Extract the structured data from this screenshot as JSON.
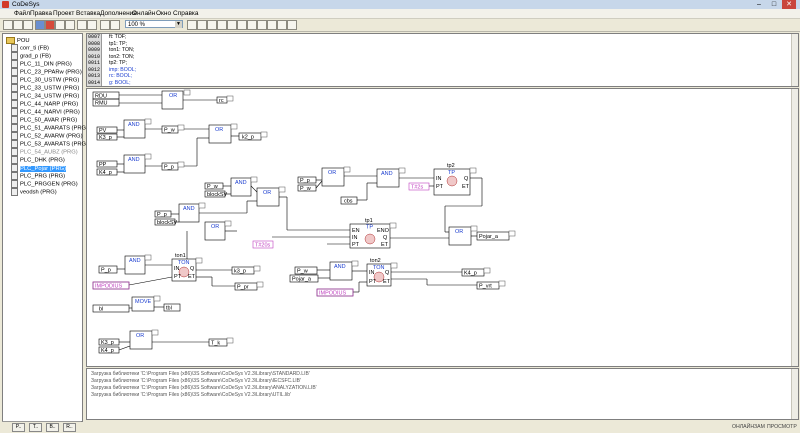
{
  "window": {
    "title": "CoDeSys",
    "btn_min": "–",
    "btn_max": "□",
    "btn_close": "✕"
  },
  "menu": [
    "Файл",
    "Правка",
    "Проект",
    "Вставка",
    "Дополнения",
    "Онлайн",
    "Окно",
    "Справка"
  ],
  "toolbar": {
    "zoom": "100 %"
  },
  "tree": {
    "root": "POU",
    "items": [
      {
        "label": "corr_ti (FB)"
      },
      {
        "label": "grad_p (FB)"
      },
      {
        "label": "PLC_11_DIN (PRG)"
      },
      {
        "label": "PLC_23_PPARw (PRG)"
      },
      {
        "label": "PLC_30_USTW (PRG)"
      },
      {
        "label": "PLC_33_USTW (PRG)"
      },
      {
        "label": "PLC_34_USTW (PRG)"
      },
      {
        "label": "PLC_44_NARP (PRG)"
      },
      {
        "label": "PLC_44_NARVI (PRG)"
      },
      {
        "label": "PLC_50_AVAR (PRG)"
      },
      {
        "label": "PLC_51_AVARATS (PRG)"
      },
      {
        "label": "PLC_52_AVARW (PRG)"
      },
      {
        "label": "PLC_53_AVARATS (PRG)"
      },
      {
        "label": "PLC_54_AUBZ (PRG)",
        "dim": true
      },
      {
        "label": "PLC_DHK (PRG)"
      },
      {
        "label": "PLC_Pojar (PRG)",
        "selected": true
      },
      {
        "label": "PLC_PRG (PRG)"
      },
      {
        "label": "PLC_PRGGEN (PRG)"
      },
      {
        "label": "veodsh (PRG)"
      }
    ],
    "tabs": [
      "P..",
      "T..",
      "B..",
      "R.."
    ]
  },
  "declarations": {
    "line_numbers": [
      "0007",
      "0008",
      "0009",
      "0010",
      "0011",
      "0012",
      "0013",
      "0014"
    ],
    "lines": [
      {
        "text": "ft: TOF;",
        "blue": false
      },
      {
        "text": "tp1: TP;",
        "blue": false
      },
      {
        "text": "ton1: TON;",
        "blue": false
      },
      {
        "text": "ton2: TON;",
        "blue": false
      },
      {
        "text": "tp2: TP;",
        "blue": false
      },
      {
        "text": "imp: BOOL;",
        "blue": true
      },
      {
        "text": "rc: BOOL;",
        "blue": true
      },
      {
        "text": "g: BOOL;",
        "blue": true
      }
    ]
  },
  "cfc": {
    "labels": {
      "rdu": "RDU",
      "rmu": "RMU",
      "rc": "rc",
      "pv": "PV",
      "k3p": "K3_p",
      "k4p": "K4_p",
      "pp": "PP",
      "pw": "P_w",
      "pp_out": "P_p",
      "k2p": "k2_p",
      "pw2": "P_w",
      "pp2": "P_p",
      "pwt": "P_w",
      "blocksv": "blockSV",
      "blocksv2": "blockSV",
      "pp3": "P_p",
      "cbs": "cbs",
      "pp4": "P_p",
      "imp1": "IMPODIUS",
      "k3p2": "k3_p",
      "ppr": "P_pr",
      "pw3": "P_w",
      "pojara": "Pojar_a",
      "imp2": "IMPODIUS",
      "k4p3": "K4_p",
      "pvt": "P_vrt",
      "pojar_a": "Pojar_a",
      "bl": "bl",
      "tbl": "tbl",
      "k3p3": "K3_p",
      "k4p4": "K4_p",
      "tk": "T_k",
      "t5s1": "T#20s",
      "t5s2": "T#2s",
      "or": "OR",
      "and": "AND",
      "move": "MOVE",
      "tp": "TP",
      "ton": "TON",
      "tp1": "tp1",
      "tp2": "tp2",
      "ton1": "ton1",
      "ton2": "ton2",
      "en": "EN",
      "eno": "ENO",
      "in": "IN",
      "pt": "PT",
      "q": "Q",
      "et": "ET"
    }
  },
  "messages": [
    "Загрузка библиотеки 'C:\\Program Files (x86)\\3S Software\\CoDeSys V2.3\\Library\\STANDARD.LIB'",
    "Загрузка библиотеки 'C:\\Program Files (x86)\\3S Software\\CoDeSys V2.3\\Library\\IECSFC.LIB'",
    "Загрузка библиотеки 'C:\\Program Files (x86)\\3S Software\\CoDeSys V2.3\\Library\\ANALYZATION.LIB'",
    "Загрузка библиотеки 'C:\\Program Files (x86)\\3S Software\\CoDeSys V2.3\\Library\\UTIL.lib'"
  ],
  "status": [
    "ОНЛАЙН",
    "ЗАМ",
    "ПРОСМОТР"
  ]
}
